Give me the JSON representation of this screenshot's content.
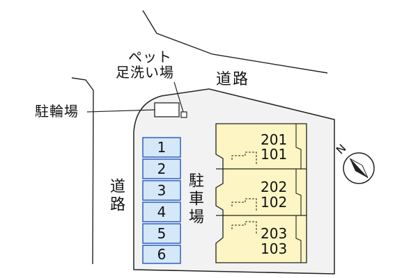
{
  "labels": {
    "road_top": "道路",
    "road_left": "道路",
    "pet_footwash_line1": "ペット",
    "pet_footwash_line2": "足洗い場",
    "bicycle_parking": "駐輪場",
    "parking_lot": "駐車場"
  },
  "parking_spaces": [
    "1",
    "2",
    "3",
    "4",
    "5",
    "6"
  ],
  "units": [
    {
      "upper": "201",
      "lower": "101"
    },
    {
      "upper": "202",
      "lower": "102"
    },
    {
      "upper": "203",
      "lower": "103"
    }
  ],
  "compass": {
    "north_label": "N"
  },
  "colors": {
    "lot_fill": "#f2f2f2",
    "building_fill": "#fdf5c4",
    "parking_fill": "#d4e8fa",
    "parking_stroke": "#2f5fbf",
    "line": "#222222"
  }
}
